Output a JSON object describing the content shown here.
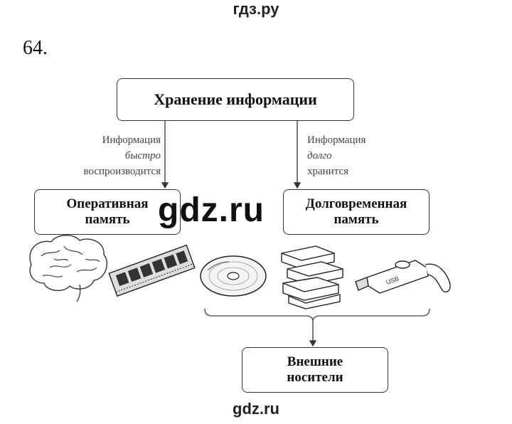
{
  "site": {
    "top": "гдз.ру",
    "bottom": "gdz.ru",
    "watermark": "gdz.ru"
  },
  "task_number": "64.",
  "nodes": {
    "top": "Хранение информации",
    "operative_l1": "Оперативная",
    "operative_l2": "память",
    "longterm_l1": "Долговременная",
    "longterm_l2": "память",
    "external_l1": "Внешние",
    "external_l2": "носители"
  },
  "edges": {
    "left": {
      "l1": "Информация",
      "l2": "быстро",
      "l3": "воспроизводится"
    },
    "right": {
      "l1": "Информация",
      "l2": "долго",
      "l3": "хранится"
    }
  },
  "icons": [
    "brain-icon",
    "ram-module-icon",
    "cd-disc-icon",
    "books-icon",
    "usb-flash-icon"
  ]
}
